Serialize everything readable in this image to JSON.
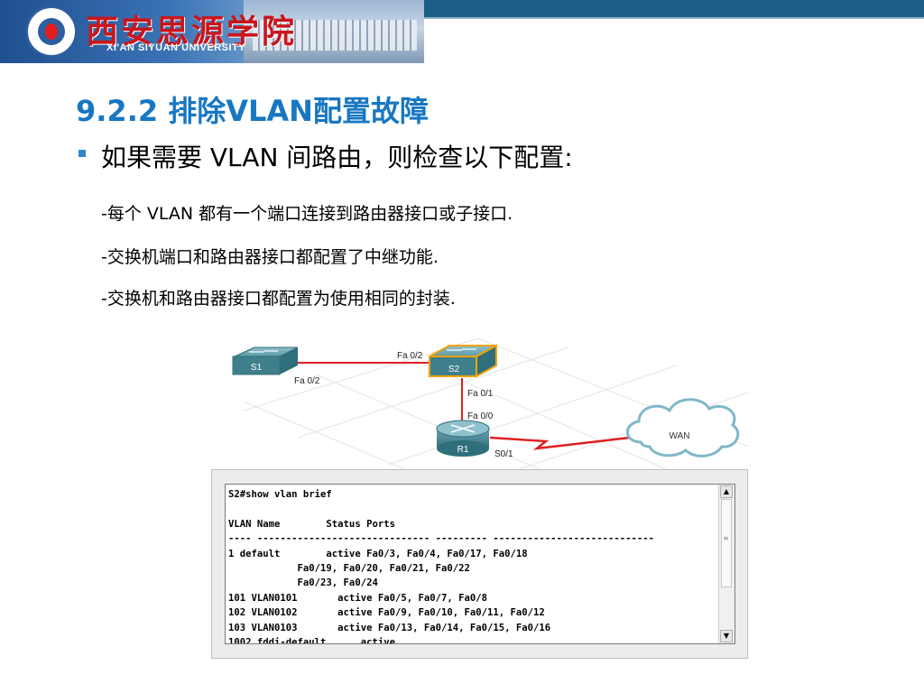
{
  "header": {
    "school_cn": "西安思源学院",
    "school_en": "XI'AN SIYUAN UNIVERSITY"
  },
  "slide": {
    "title": "9.2.2  排除VLAN配置故障",
    "bullet": "如果需要 VLAN 间路由，则检查以下配置:",
    "items": [
      "-每个 VLAN 都有一个端口连接到路由器接口或子接口.",
      "-交换机端口和路由器接口都配置了中继功能.",
      "-交换机和路由器接口都配置为使用相同的封装."
    ]
  },
  "diagram": {
    "devices": {
      "s1": "S1",
      "s2": "S2",
      "r1": "R1",
      "wan": "WAN"
    },
    "ports": {
      "s2_top": "Fa 0/2",
      "s1_link": "Fa 0/2",
      "s2_down": "Fa 0/1",
      "r1_up": "Fa 0/0",
      "r1_serial": "S0/1"
    },
    "colors": {
      "link": "#e02020",
      "device": "#3f7f8c",
      "selected": "#f2a200"
    }
  },
  "terminal": {
    "lines": [
      "S2#show vlan brief",
      "",
      "VLAN Name        Status Ports",
      "---- ------------------------------ --------- ----------------------------",
      "1 default        active Fa0/3, Fa0/4, Fa0/17, Fa0/18",
      "            Fa0/19, Fa0/20, Fa0/21, Fa0/22",
      "            Fa0/23, Fa0/24",
      "101 VLAN0101       active Fa0/5, Fa0/7, Fa0/8",
      "102 VLAN0102       active Fa0/9, Fa0/10, Fa0/11, Fa0/12",
      "103 VLAN0103       active Fa0/13, Fa0/14, Fa0/15, Fa0/16",
      "1002 fddi-default      active"
    ],
    "scroll_up": "▲",
    "scroll_down": "▼"
  }
}
